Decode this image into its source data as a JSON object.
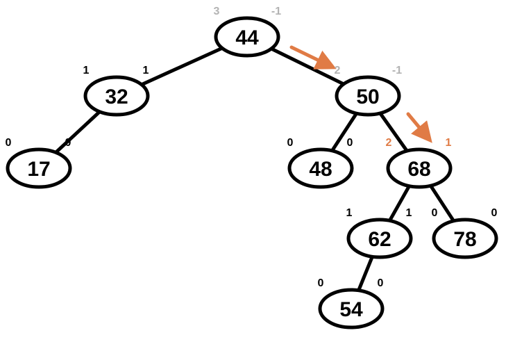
{
  "colors": {
    "edge": "#000000",
    "node_stroke": "#000000",
    "highlight": "#e07b45",
    "label_default": "#000000",
    "label_muted": "#b3b3b3"
  },
  "nodes": [
    {
      "id": "n44",
      "value": "44",
      "left": "3",
      "right": "-1",
      "label_style": "muted"
    },
    {
      "id": "n32",
      "value": "32",
      "left": "1",
      "right": "1",
      "label_style": "default"
    },
    {
      "id": "n50",
      "value": "50",
      "left": "2",
      "right": "-1",
      "label_style": "muted"
    },
    {
      "id": "n17",
      "value": "17",
      "left": "0",
      "right": "0",
      "label_style": "default"
    },
    {
      "id": "n48",
      "value": "48",
      "left": "0",
      "right": "0",
      "label_style": "default"
    },
    {
      "id": "n68",
      "value": "68",
      "left": "2",
      "right": "1",
      "label_style": "highlight",
      "highlighted": true
    },
    {
      "id": "n62",
      "value": "62",
      "left": "1",
      "right": "1",
      "label_style": "default"
    },
    {
      "id": "n78",
      "value": "78",
      "left": "0",
      "right": "0",
      "label_style": "default"
    },
    {
      "id": "n54",
      "value": "54",
      "left": "0",
      "right": "0",
      "label_style": "default"
    }
  ],
  "edges": [
    {
      "from": "n44",
      "to": "n32"
    },
    {
      "from": "n44",
      "to": "n50"
    },
    {
      "from": "n32",
      "to": "n17"
    },
    {
      "from": "n50",
      "to": "n48"
    },
    {
      "from": "n50",
      "to": "n68"
    },
    {
      "from": "n68",
      "to": "n62"
    },
    {
      "from": "n68",
      "to": "n78"
    },
    {
      "from": "n62",
      "to": "n54"
    }
  ],
  "arrows": [
    {
      "from": "n44",
      "to": "n50"
    },
    {
      "from": "n50",
      "to": "n68"
    }
  ]
}
